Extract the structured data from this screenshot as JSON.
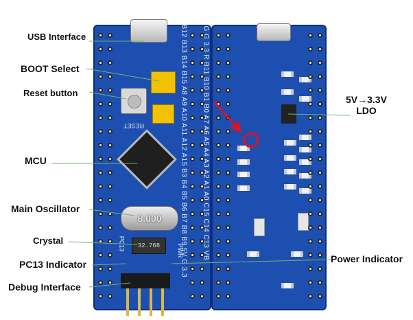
{
  "labels": {
    "usb_interface": "USB Interface",
    "boot_select": "BOOT Select",
    "reset_button": "Reset button",
    "mcu": "MCU",
    "main_oscillator": "Main Oscillator",
    "crystal": "Crystal",
    "pc13_indicator": "PC13 Indicator",
    "debug_interface": "Debug Interface",
    "ldo": "5V→3.3V\nLDO",
    "power_indicator": "Power Indicator"
  },
  "board_text": {
    "oscillator_value": "8.000",
    "crystal_value": "32.768",
    "reset_silk": "RESET",
    "pwr_silk": "PWR",
    "pc13_silk": "PC13",
    "left_column": "B12 B13 B14 B15 A8 A9 A10 A11 A12 A15 B3 B4 B5 B6 B7 B8 B9 5V G 3.3",
    "right_column": "G G 3.3 R B11 B10 B1 B0 A7 A6 A5 A4 A3 A2 A1 A0 C15 C14 C13 VB"
  },
  "colors": {
    "board": "#1c4fb0",
    "leader_line": "#6fb36f",
    "annotation": "#e0102a"
  }
}
